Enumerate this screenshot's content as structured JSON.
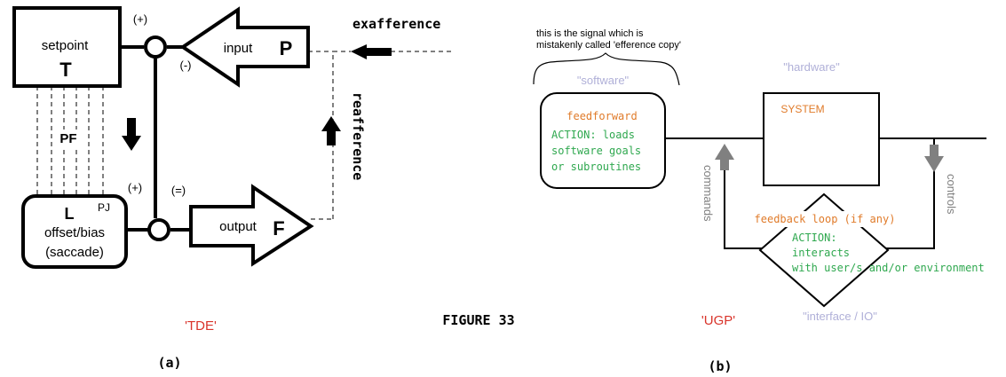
{
  "figure_label": "FIGURE 33",
  "panel_a": {
    "caption": "(a)",
    "tag": "'TDE'",
    "setpoint_label": "setpoint",
    "setpoint_letter": "T",
    "offset_letter": "L",
    "offset_sub": "PJ",
    "offset_label": "offset/bias",
    "saccade_label": "(saccade)",
    "pf_label": "PF",
    "input_label": "input",
    "input_letter": "P",
    "output_label": "output",
    "output_letter": "F",
    "sign_plus_top": "(+)",
    "sign_minus": "(-)",
    "sign_plus_bottom": "(+)",
    "sign_equal": "(=)",
    "exafference": "exafference",
    "reafference": "reafference"
  },
  "panel_b": {
    "caption": "(b)",
    "tag": "'UGP'",
    "note_line1": "this is the signal which is",
    "note_line2": "mistakenly called 'efference copy'",
    "software": "\"software\"",
    "hardware": "\"hardware\"",
    "feedforward": "feedforward",
    "action1_line1": "ACTION: loads",
    "action1_line2": "software goals",
    "action1_line3": "or subroutines",
    "system": "SYSTEM",
    "commands": "commands",
    "controls": "controls",
    "feedback": "feedback loop (if any)",
    "action2_line1": "ACTION:",
    "action2_line2": "interacts",
    "action2_line3": "with user/s and/or environment",
    "interface": "\"interface / IO\""
  },
  "colors": {
    "orange": "#e07b2a",
    "green": "#2fa84f",
    "lavender": "#b0b0d8",
    "red": "#d9342b",
    "gray_arrow": "#808080"
  }
}
